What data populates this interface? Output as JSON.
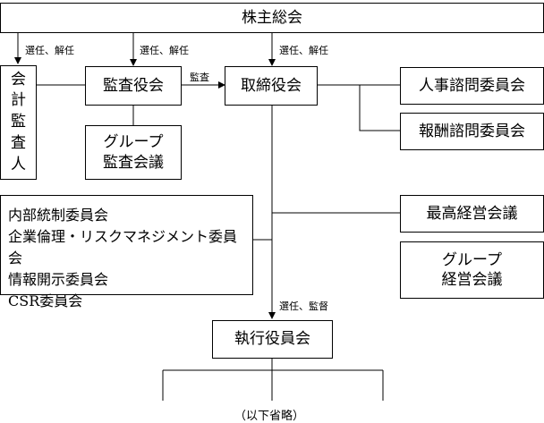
{
  "nodes": {
    "shareholders": "株主総会",
    "auditors_vertical": [
      "会",
      "計",
      "監",
      "査",
      "人"
    ],
    "audit_board": "監査役会",
    "board": "取締役会",
    "nomination": "人事諮問委員会",
    "remuneration": "報酬諮問委員会",
    "group_audit": [
      "グループ",
      "監査会議"
    ],
    "committees": [
      "内部統制委員会",
      "企業倫理・リスクマネジメント委員会",
      "情報開示委員会",
      "CSR委員会"
    ],
    "top_mgmt": "最高経営会議",
    "group_mgmt": [
      "グループ",
      "経営会議"
    ],
    "exec": "執行役員会"
  },
  "edge_labels": {
    "appoint_1": "選任、解任",
    "appoint_2": "選任、解任",
    "appoint_3": "選任、解任",
    "audit": "監査",
    "appoint_supervise": "選任、監督"
  },
  "footnote": "（以下省略）"
}
